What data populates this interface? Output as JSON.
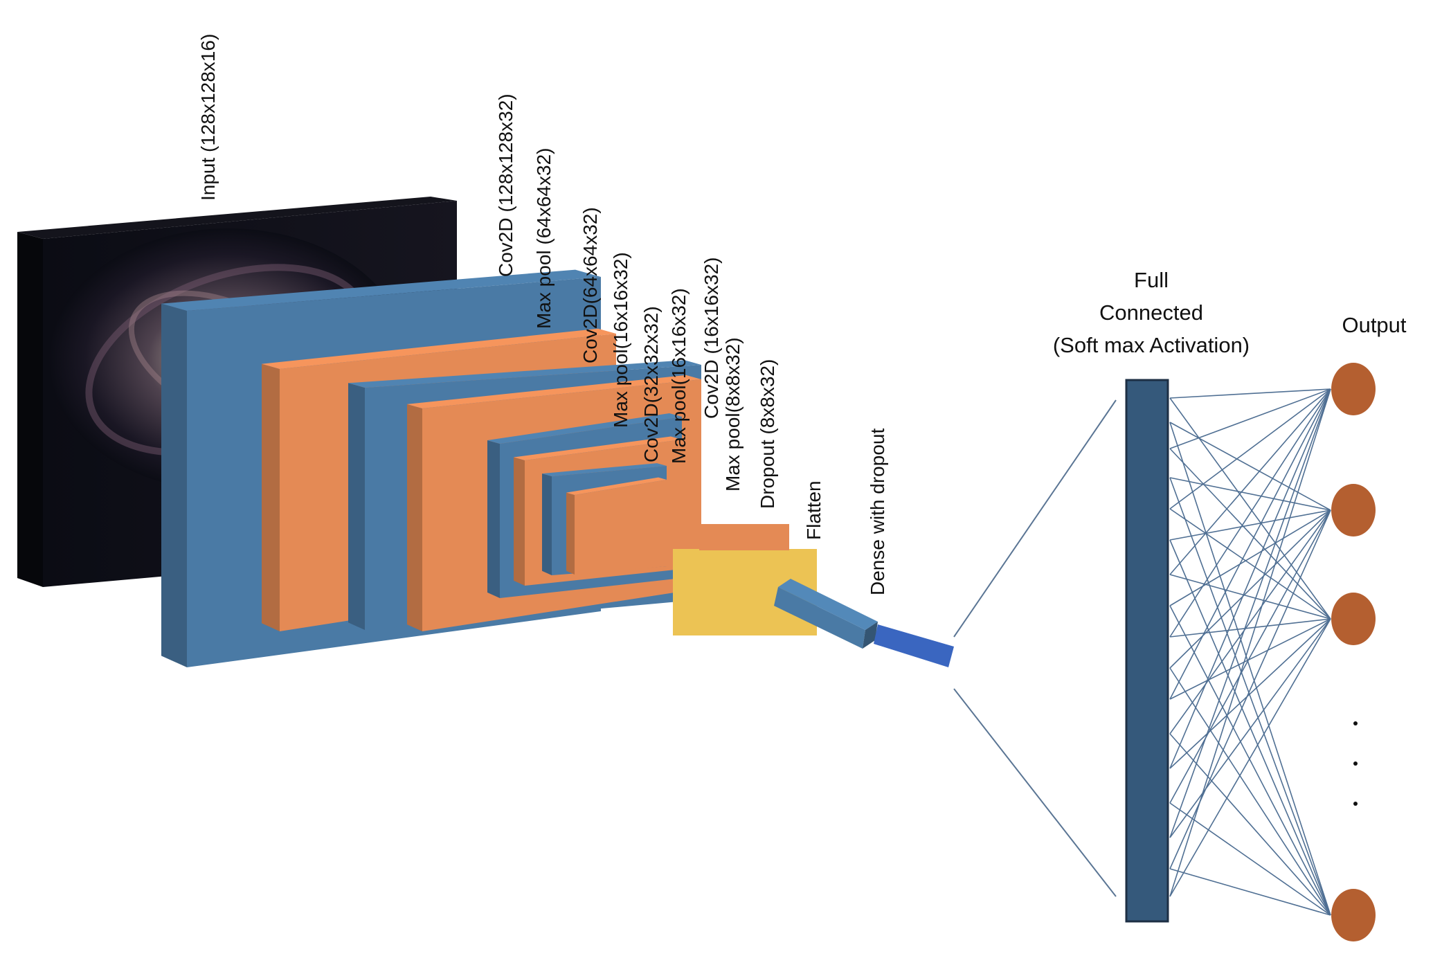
{
  "layers": [
    {
      "label": "Input (128x128x16)",
      "kind": "image"
    },
    {
      "label": "Cov2D (128x128x32)",
      "kind": "conv"
    },
    {
      "label": "Max pool (64x64x32)",
      "kind": "pool"
    },
    {
      "label": "Cov2D(64x64x32)",
      "kind": "conv"
    },
    {
      "label": "Max pool(16x16x32)",
      "kind": "pool"
    },
    {
      "label": "Cov2D(32x32x32)",
      "kind": "conv"
    },
    {
      "label": "Max pool(16x16x32)",
      "kind": "pool"
    },
    {
      "label": "Cov2D (16x16x32)",
      "kind": "conv"
    },
    {
      "label": "Max pool(8x8x32)",
      "kind": "pool"
    },
    {
      "label": "Dropout (8x8x32)",
      "kind": "dropout"
    },
    {
      "label": "Flatten",
      "kind": "flatten"
    },
    {
      "label": "Dense with dropout",
      "kind": "dense"
    }
  ],
  "fully_connected": {
    "title_lines": [
      "Full",
      "Connected",
      "(Soft max Activation)"
    ]
  },
  "output": {
    "title": "Output",
    "node_count_shown": 4,
    "ellipsis": "..."
  },
  "colors": {
    "conv": "#4a7aa5",
    "pool": "#e48a55",
    "dropout": "#ecc354",
    "dense": "#3a66c0",
    "fc_bar": "#35597b",
    "output_node": "#b45f30",
    "connection": "#4f6f93",
    "image_background": "#0b0c14"
  }
}
